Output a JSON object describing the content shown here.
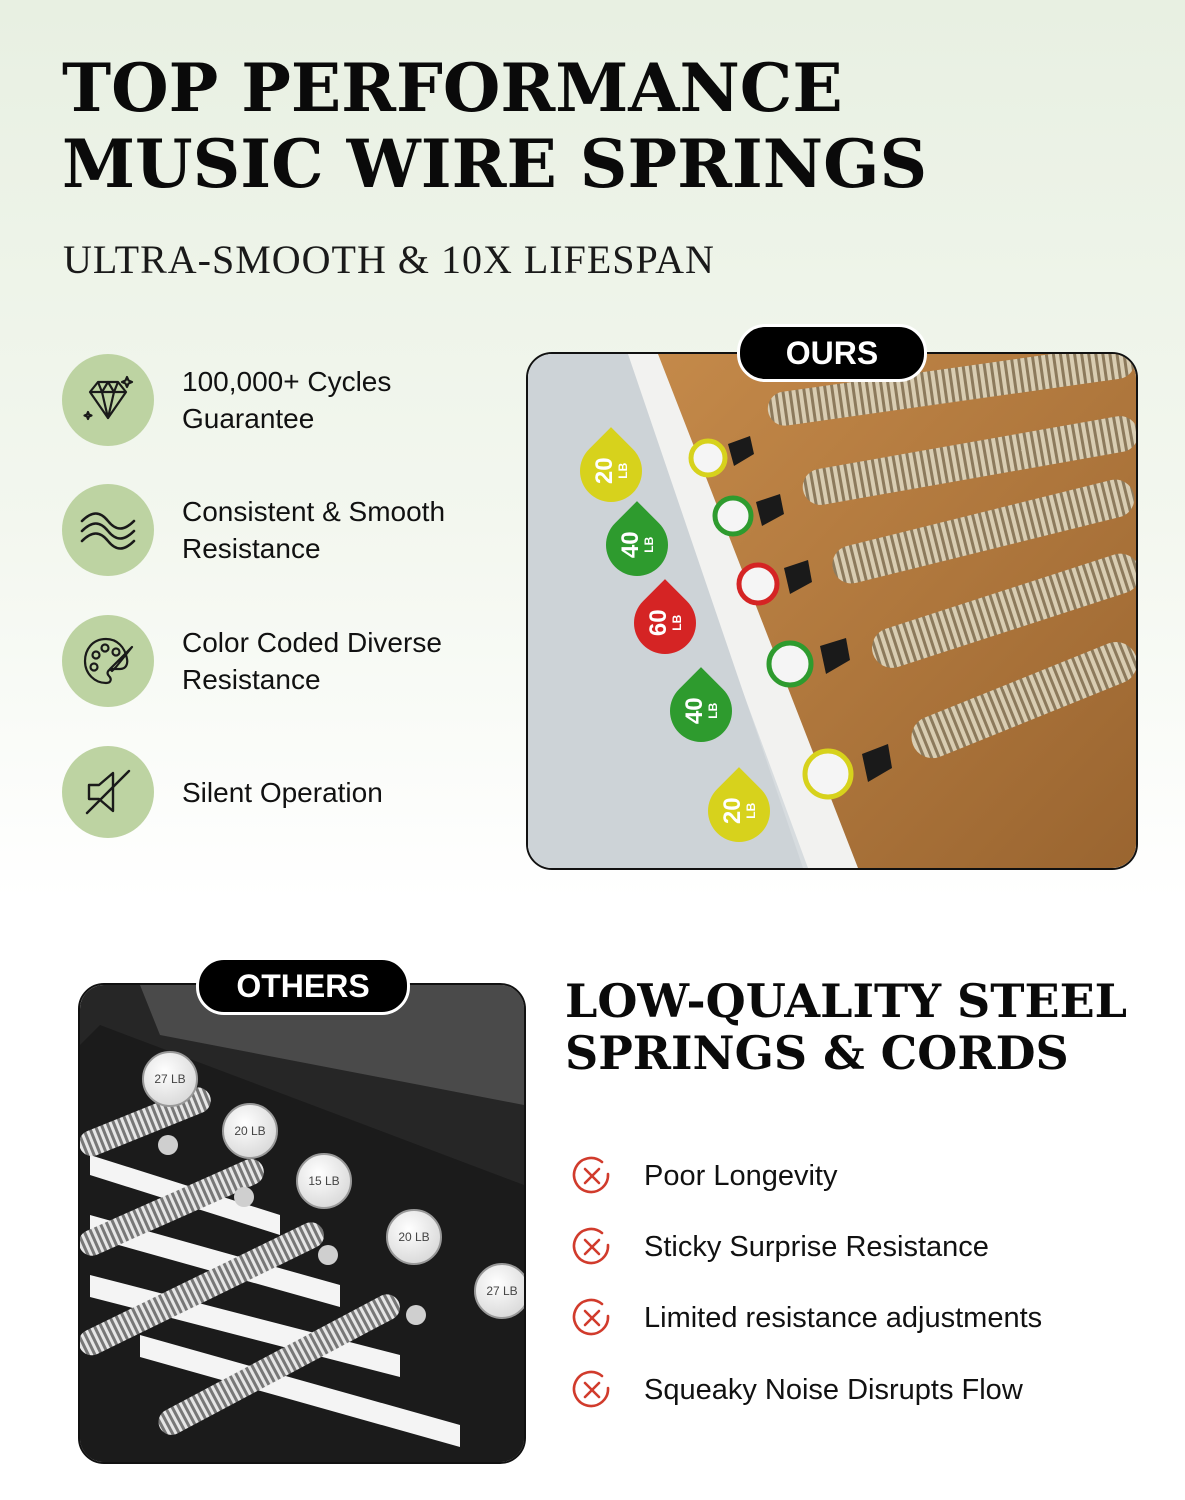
{
  "header": {
    "title_line1": "TOP PERFORMANCE",
    "title_line2": "MUSIC WIRE SPRINGS",
    "subtitle": "ULTRA-SMOOTH & 10X LIFESPAN"
  },
  "features": [
    {
      "icon": "diamond-icon",
      "line1": "100,000+ Cycles",
      "line2": "Guarantee"
    },
    {
      "icon": "wave-icon",
      "line1": "Consistent & Smooth",
      "line2": "Resistance"
    },
    {
      "icon": "palette-icon",
      "line1": "Color Coded Diverse",
      "line2": "Resistance"
    },
    {
      "icon": "muted-speaker-icon",
      "line1": "Silent Operation",
      "line2": ""
    }
  ],
  "ours": {
    "tag": "OURS",
    "labels": [
      {
        "value": "20",
        "unit": "LB",
        "color": "#d7d21c"
      },
      {
        "value": "40",
        "unit": "LB",
        "color": "#2e9b2e"
      },
      {
        "value": "60",
        "unit": "LB",
        "color": "#d52424"
      },
      {
        "value": "40",
        "unit": "LB",
        "color": "#2e9b2e"
      },
      {
        "value": "20",
        "unit": "LB",
        "color": "#d7d21c"
      }
    ]
  },
  "others": {
    "tag": "OTHERS",
    "labels": [
      "27 LB",
      "20 LB",
      "15 LB",
      "20 LB",
      "27 LB"
    ]
  },
  "low_quality": {
    "title_line1": "LOW-QUALITY STEEL",
    "title_line2": "SPRINGS & CORDS",
    "items": [
      "Poor Longevity",
      "Sticky Surprise Resistance",
      "Limited resistance adjustments",
      "Squeaky Noise Disrupts Flow"
    ]
  },
  "colors": {
    "accent_green": "#bdd3a2",
    "con_red": "#d13b2c"
  }
}
